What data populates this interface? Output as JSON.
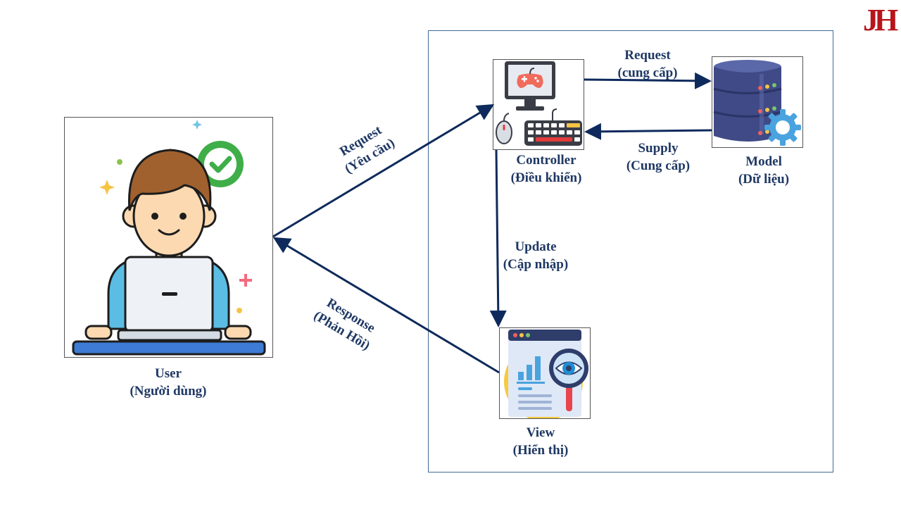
{
  "logo": "JH",
  "colors": {
    "arrow": "#0e2a5c",
    "label": "#1f3864",
    "frame": "#3f6a95",
    "logo": "#b8141b"
  },
  "nodes": {
    "user": {
      "title": "User",
      "subtitle": "(Người dùng)"
    },
    "controller": {
      "title": "Controller",
      "subtitle": "(Điều khiển)"
    },
    "model": {
      "title": "Model",
      "subtitle": "(Dữ liệu)"
    },
    "view": {
      "title": "View",
      "subtitle": "(Hiển thị)"
    }
  },
  "edges": {
    "user_to_controller": {
      "title": "Request",
      "subtitle": "(Yêu cầu)"
    },
    "controller_to_model": {
      "title": "Request",
      "subtitle": "(cung cấp)"
    },
    "model_to_controller": {
      "title": "Supply",
      "subtitle": "(Cung cấp)"
    },
    "controller_to_view": {
      "title": "Update",
      "subtitle": "(Cập nhập)"
    },
    "view_to_user": {
      "title": "Response",
      "subtitle": "(Phản Hồi)"
    }
  }
}
